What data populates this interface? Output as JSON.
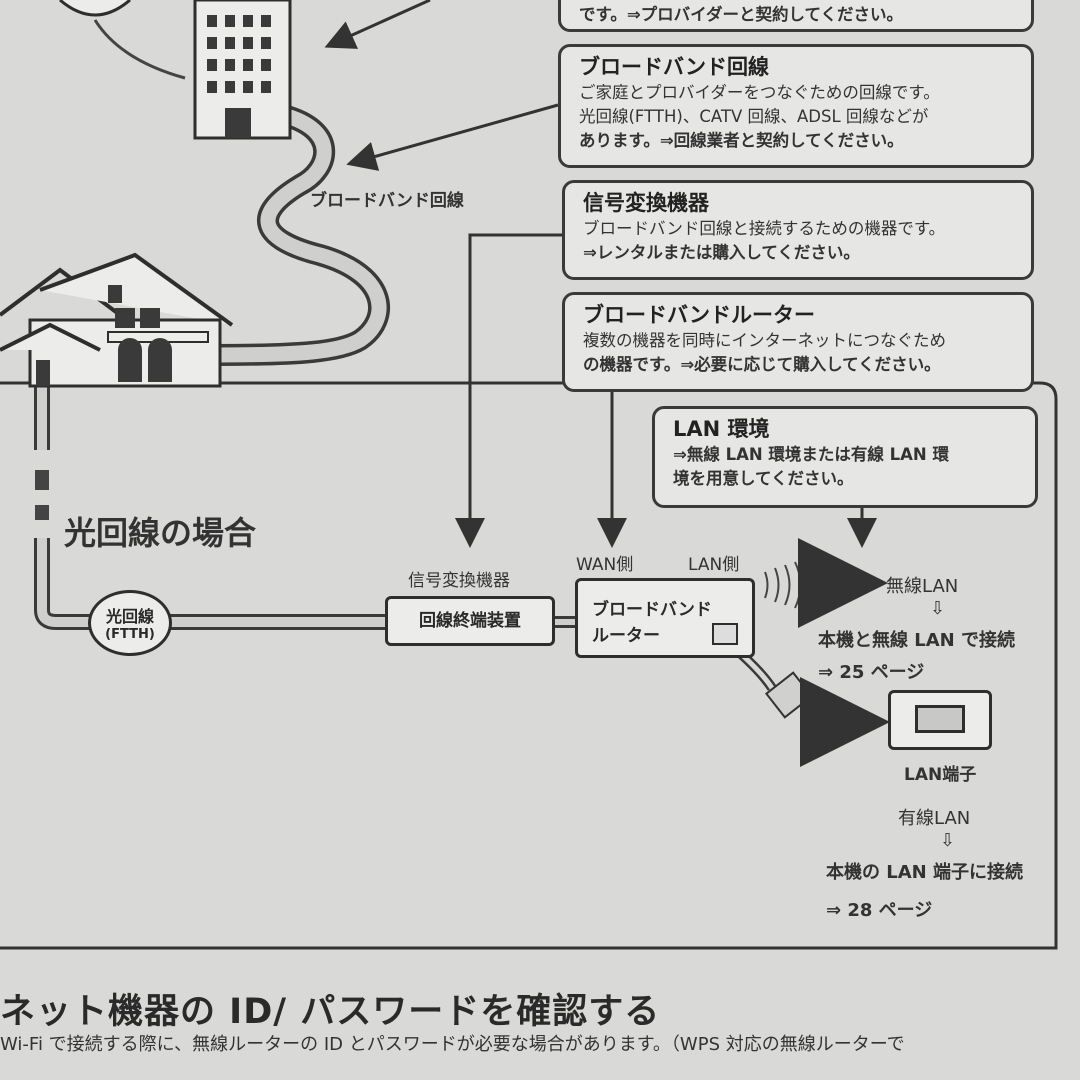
{
  "callouts": {
    "provider_partial": "です。⇒プロバイダーと契約してください。",
    "broadband_line": {
      "title": "ブロードバンド回線",
      "line1": "ご家庭とプロバイダーをつなぐための回線です。",
      "line2": "光回線(FTTH)、CATV 回線、ADSL 回線などが",
      "line3": "あります。⇒回線業者と契約してください。"
    },
    "signal_converter": {
      "title": "信号変換機器",
      "line1": "ブロードバンド回線と接続するための機器です。",
      "line2": "⇒レンタルまたは購入してください。"
    },
    "broadband_router": {
      "title": "ブロードバンドルーター",
      "line1": "複数の機器を同時にインターネットにつなぐため",
      "line2": "の機器です。⇒必要に応じて購入してください。"
    },
    "lan_env": {
      "title": "LAN 環境",
      "line1": "⇒無線 LAN 環境または有線 LAN 環",
      "line2": "境を用意してください。"
    }
  },
  "diagram": {
    "broadband_line_label": "ブロードバンド回線",
    "fiber_case_heading": "光回線の場合",
    "fiber_circle_line1": "光回線",
    "fiber_circle_line2": "(FTTH)",
    "signal_converter_label": "信号変換機器",
    "ont_box": "回線終端装置",
    "wan_side": "WAN側",
    "lan_side": "LAN側",
    "router_line1": "ブロードバンド",
    "router_line2": "ルーター",
    "wireless_lan": "無線LAN",
    "down_arrow": "⇩",
    "wireless_connect": "本機と無線 LAN で接続",
    "wireless_page": "⇒ 25 ページ",
    "lan_port": "LAN端子",
    "wired_lan": "有線LAN",
    "wired_connect": "本機の LAN 端子に接続",
    "wired_page": "⇒ 28 ページ"
  },
  "section": {
    "title": "ネット機器の ID/ パスワードを確認する",
    "body": "Wi-Fi で接続する際に、無線ルーターの ID とパスワードが必要な場合があります。（WPS 対応の無線ルーターで"
  }
}
